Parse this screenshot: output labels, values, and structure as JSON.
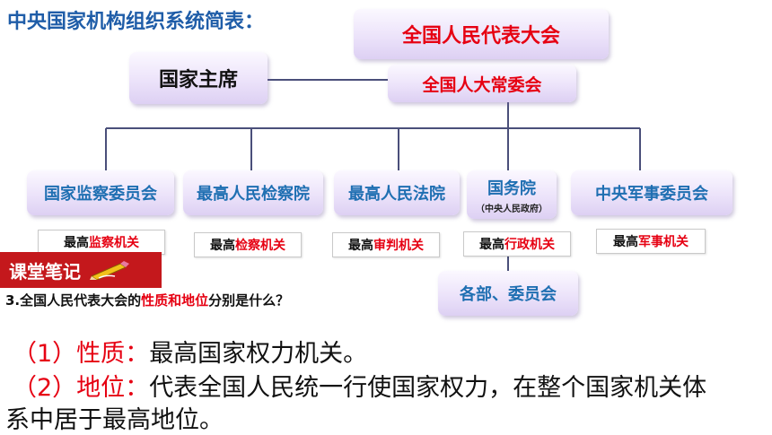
{
  "title": "中央国家机构组织系统简表：",
  "nodes": {
    "npc": "全国人民代表大会",
    "standing_committee": "全国人大常委会",
    "president": "国家主席",
    "supervision": "国家监察委员会",
    "procuratorate": "最高人民检察院",
    "court": "最高人民法院",
    "state_council": "国务院",
    "state_council_sub": "（中央人民政府）",
    "military": "中央军事委员会",
    "ministries": "各部、委员会"
  },
  "functions": [
    {
      "prefix": "最高",
      "key": "监察机关"
    },
    {
      "prefix": "最高",
      "key": "检察机关"
    },
    {
      "prefix": "最高",
      "key": "审判机关"
    },
    {
      "prefix": "最高",
      "key": "行政机关"
    },
    {
      "prefix": "最高",
      "key": "军事机关"
    }
  ],
  "notes": {
    "label": "课堂笔记",
    "icon": "pencil-icon"
  },
  "question": {
    "pre": "3.全国人民代表大会的",
    "key": "性质和地位",
    "post": "分别是什么？"
  },
  "answers": [
    {
      "key": "（1）性质：",
      "text": "最高国家权力机关。"
    },
    {
      "key": "（2）地位：",
      "text": "代表全国人民统一行使国家权力，在整个国家机关体"
    }
  ],
  "answer_continuation": "系中居于最高地位。",
  "colors": {
    "title": "#1f5da8",
    "red": "#e60012",
    "blue": "#1f6fb2",
    "line": "#4a4f7a",
    "badge": "#c4181c"
  }
}
